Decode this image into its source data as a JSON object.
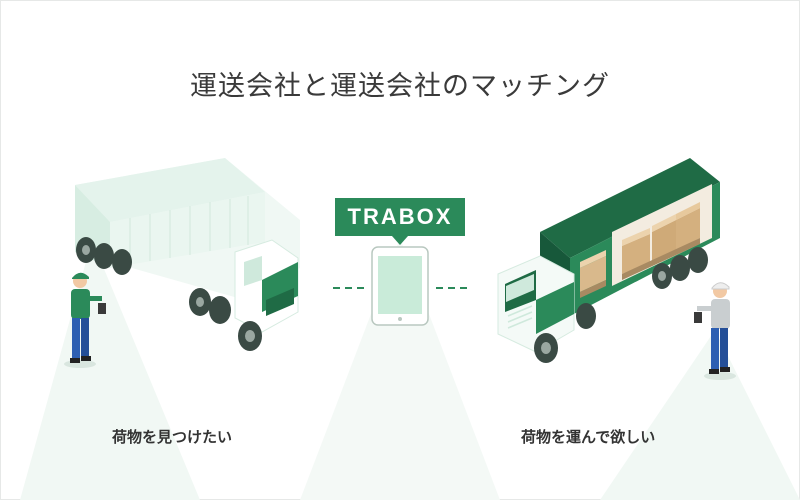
{
  "headline": "運送会社と運送会社のマッチング",
  "brand": "TRABOX",
  "captions": {
    "left": "荷物を見つけたい",
    "right": "荷物を運んで欲しい"
  },
  "colors": {
    "brand_green": "#2b8a5a",
    "dark_green": "#1f6b45",
    "pale_green": "#e9f5ef",
    "light_green": "#cfe9dc"
  }
}
